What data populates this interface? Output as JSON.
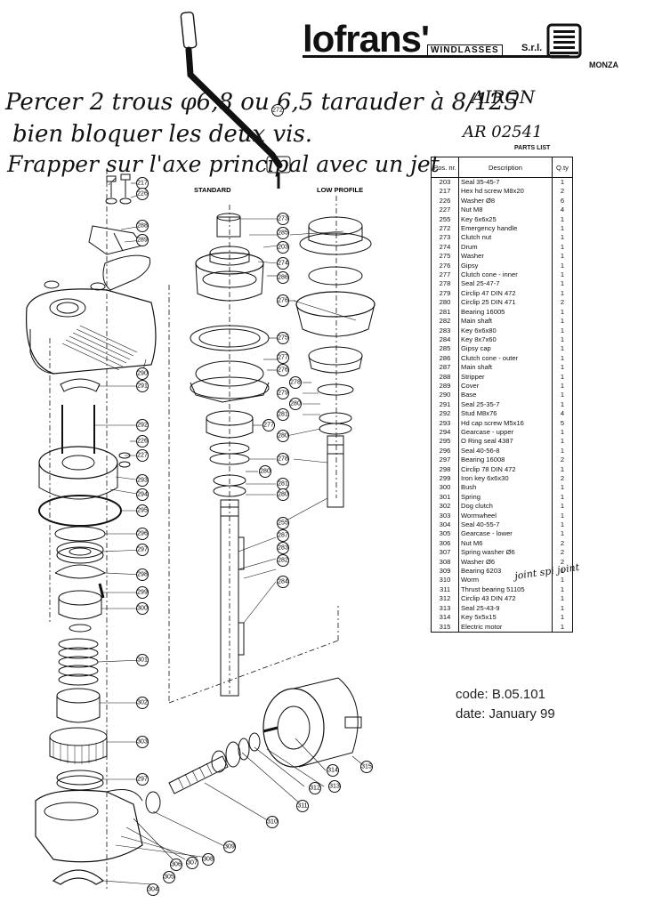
{
  "header": {
    "brand": "lofrans'",
    "subtitle": "WINDLASSES",
    "company_suffix": "S.r.l.",
    "city": "MONZA"
  },
  "handwriting": {
    "line1": "Percer 2 trous φ6,8 ou 6,5 tarauder à 8/125",
    "line2": "bien bloquer les deux vis.",
    "line3": "Frapper sur l'axe principal avec un jet",
    "model": "AIRON",
    "ref": "AR 02541",
    "note_right": "joint spi joint"
  },
  "diagram_labels": {
    "standard": "STANDARD",
    "low_profile": "LOW PROFILE"
  },
  "parts_list": {
    "title": "PARTS LIST",
    "headers": {
      "num": "Pos. nr.",
      "desc": "Description",
      "qty": "Q.ty"
    },
    "rows": [
      {
        "n": "203",
        "d": "Seal 35-45-7",
        "q": "1"
      },
      {
        "n": "217",
        "d": "Hex hd screw M8x20",
        "q": "2"
      },
      {
        "n": "226",
        "d": "Washer Ø8",
        "q": "6"
      },
      {
        "n": "227",
        "d": "Nut M8",
        "q": "4"
      },
      {
        "n": "255",
        "d": "Key 6x6x25",
        "q": "1"
      },
      {
        "n": "272",
        "d": "Emergency handle",
        "q": "1"
      },
      {
        "n": "273",
        "d": "Clutch nut",
        "q": "1"
      },
      {
        "n": "274",
        "d": "Drum",
        "q": "1"
      },
      {
        "n": "275",
        "d": "Washer",
        "q": "1"
      },
      {
        "n": "276",
        "d": "Gipsy",
        "q": "1"
      },
      {
        "n": "277",
        "d": "Clutch cone - inner",
        "q": "1"
      },
      {
        "n": "278",
        "d": "Seal 25-47-7",
        "q": "1"
      },
      {
        "n": "279",
        "d": "Circlip 47 DIN 472",
        "q": "1"
      },
      {
        "n": "280",
        "d": "Circlip 25 DIN 471",
        "q": "2"
      },
      {
        "n": "281",
        "d": "Bearing 16005",
        "q": "1"
      },
      {
        "n": "282",
        "d": "Main shaft",
        "q": "1"
      },
      {
        "n": "283",
        "d": "Key 6x6x80",
        "q": "1"
      },
      {
        "n": "284",
        "d": "Key 8x7x60",
        "q": "1"
      },
      {
        "n": "285",
        "d": "Gipsy cap",
        "q": "1"
      },
      {
        "n": "286",
        "d": "Clutch cone - outer",
        "q": "1"
      },
      {
        "n": "287",
        "d": "Main shaft",
        "q": "1"
      },
      {
        "n": "288",
        "d": "Stripper",
        "q": "1"
      },
      {
        "n": "289",
        "d": "Cover",
        "q": "1"
      },
      {
        "n": "290",
        "d": "Base",
        "q": "1"
      },
      {
        "n": "291",
        "d": "Seal 25-35-7",
        "q": "1"
      },
      {
        "n": "292",
        "d": "Stud M8x76",
        "q": "4"
      },
      {
        "n": "293",
        "d": "Hd cap screw M5x16",
        "q": "5"
      },
      {
        "n": "294",
        "d": "Gearcase - upper",
        "q": "1"
      },
      {
        "n": "295",
        "d": "O Ring seal 4387",
        "q": "1"
      },
      {
        "n": "296",
        "d": "Seal 40-56-8",
        "q": "1"
      },
      {
        "n": "297",
        "d": "Bearing 16008",
        "q": "2"
      },
      {
        "n": "298",
        "d": "Circlip 78 DIN 472",
        "q": "1"
      },
      {
        "n": "299",
        "d": "Iron key 6x6x30",
        "q": "2"
      },
      {
        "n": "300",
        "d": "Bush",
        "q": "1"
      },
      {
        "n": "301",
        "d": "Spring",
        "q": "1"
      },
      {
        "n": "302",
        "d": "Dog clutch",
        "q": "1"
      },
      {
        "n": "303",
        "d": "Wormwheel",
        "q": "1"
      },
      {
        "n": "304",
        "d": "Seal 40-55-7",
        "q": "1"
      },
      {
        "n": "305",
        "d": "Gearcase - lower",
        "q": "1"
      },
      {
        "n": "306",
        "d": "Nut M6",
        "q": "2"
      },
      {
        "n": "307",
        "d": "Spring washer Ø6",
        "q": "2"
      },
      {
        "n": "308",
        "d": "Washer Ø6",
        "q": "2"
      },
      {
        "n": "309",
        "d": "Bearing 6203",
        "q": "1"
      },
      {
        "n": "310",
        "d": "Worm",
        "q": "1"
      },
      {
        "n": "311",
        "d": "Thrust bearing 51105",
        "q": "1"
      },
      {
        "n": "312",
        "d": "Circlip 43 DIN 472",
        "q": "1"
      },
      {
        "n": "313",
        "d": "Seal 25-43-9",
        "q": "1"
      },
      {
        "n": "314",
        "d": "Key 5x5x15",
        "q": "1"
      },
      {
        "n": "315",
        "d": "Electric motor",
        "q": "1"
      }
    ]
  },
  "footer": {
    "code": "code: B.05.101",
    "date": "date: January 99"
  }
}
